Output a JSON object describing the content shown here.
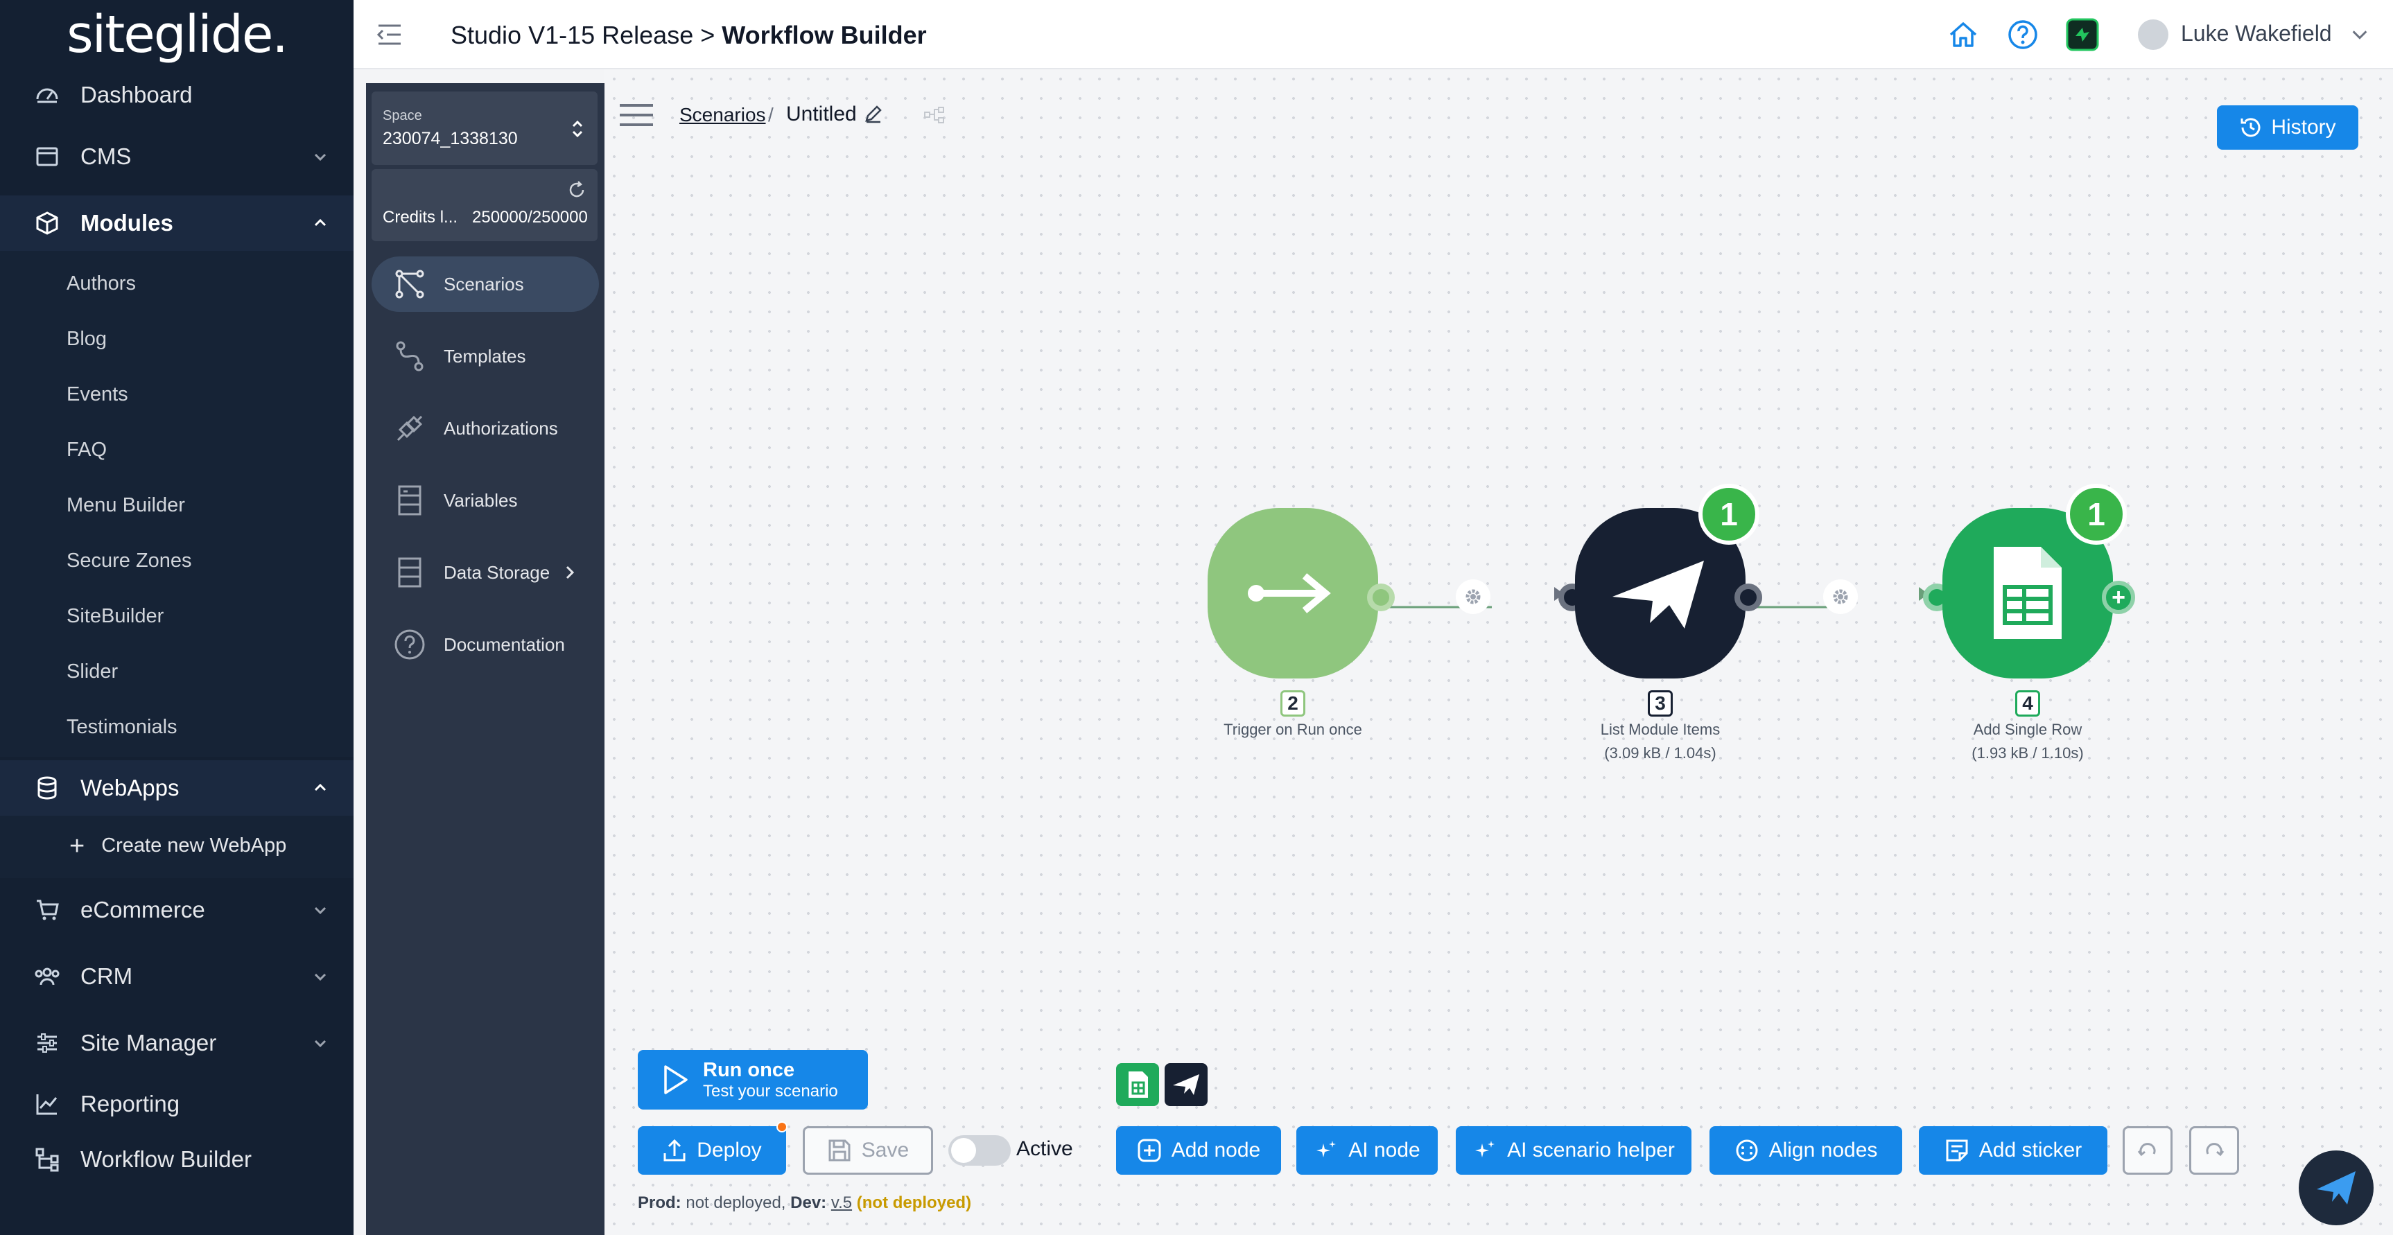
{
  "sidebar": {
    "logo": "siteglide.",
    "items": [
      {
        "label": "Dashboard",
        "icon": "dashboard-icon"
      },
      {
        "label": "CMS",
        "icon": "cms-icon"
      },
      {
        "label": "Modules",
        "icon": "cube-icon"
      },
      {
        "label": "WebApps",
        "icon": "database-icon"
      },
      {
        "label": "eCommerce",
        "icon": "cart-icon"
      },
      {
        "label": "CRM",
        "icon": "users-icon"
      },
      {
        "label": "Site Manager",
        "icon": "sliders-icon"
      },
      {
        "label": "Reporting",
        "icon": "chart-icon"
      },
      {
        "label": "Workflow Builder",
        "icon": "workflow-icon"
      }
    ],
    "module_items": [
      "Authors",
      "Blog",
      "Events",
      "FAQ",
      "Menu Builder",
      "Secure Zones",
      "SiteBuilder",
      "Slider",
      "Testimonials"
    ],
    "webapp_create": "Create new WebApp"
  },
  "header": {
    "breadcrumb_project": "Studio V1-15 Release",
    "breadcrumb_sep": ">",
    "breadcrumb_page": "Workflow Builder",
    "user_name": "Luke Wakefield"
  },
  "inner_sidebar": {
    "space_label": "Space",
    "space_value": "230074_1338130",
    "credits_label": "Credits l...",
    "credits_value": "250000/250000",
    "items": [
      "Scenarios",
      "Templates",
      "Authorizations",
      "Variables",
      "Data Storage",
      "Documentation"
    ]
  },
  "canvas": {
    "breadcrumb_root": "Scenarios",
    "breadcrumb_sep": "/",
    "scenario_name": "Untitled",
    "history_label": "History",
    "nodes": [
      {
        "num": "2",
        "label": "Trigger on Run once",
        "stats": ""
      },
      {
        "num": "3",
        "label": "List Module Items",
        "stats": "(3.09 kB / 1.04s)",
        "badge": "1"
      },
      {
        "num": "4",
        "label": "Add Single Row",
        "stats": "(1.93 kB / 1.10s)",
        "badge": "1"
      }
    ]
  },
  "toolbar": {
    "run_once_title": "Run once",
    "run_once_sub": "Test your scenario",
    "deploy": "Deploy",
    "save": "Save",
    "active_label": "Active",
    "add_node": "Add node",
    "ai_node": "AI node",
    "ai_helper": "AI scenario helper",
    "align_nodes": "Align nodes",
    "add_sticker": "Add sticker"
  },
  "status": {
    "prod_label": "Prod:",
    "prod_value": "not deployed,",
    "dev_label": "Dev:",
    "dev_version": "v.5",
    "dev_state": "(not deployed)"
  },
  "colors": {
    "sidebar_bg": "#142032",
    "accent_blue": "#1687e8",
    "trigger_green": "#8fc67e",
    "sheets_green": "#1faa5b",
    "badge_green": "#39b54a",
    "dark_node": "#172032"
  }
}
